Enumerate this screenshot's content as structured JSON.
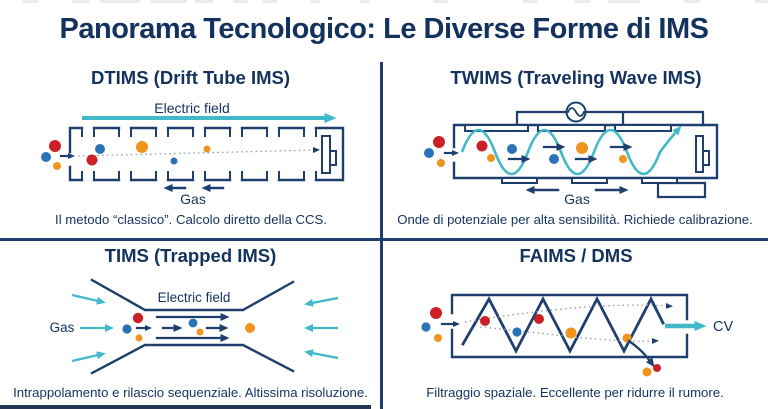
{
  "title": "Panorama Tecnologico: Le Diverse Forme di IMS",
  "colors": {
    "text": "#14325e",
    "line": "#1e3f6d",
    "red": "#c92127",
    "blue": "#2b72b7",
    "orange": "#f0941e",
    "teal": "#41b9c9",
    "graydot": "#98a0aa",
    "artifact": "#ececec",
    "bottombar": "#253655"
  },
  "quadrants": {
    "dtims": {
      "title": "DTIMS (Drift Tube IMS)",
      "field_label": "Electric field",
      "gas_label": "Gas",
      "caption": "Il metodo “classico”. Calcolo diretto della CCS."
    },
    "twims": {
      "title": "TWIMS (Traveling Wave IMS)",
      "gas_label": "Gas",
      "caption": "Onde di potenziale per alta sensibilità. Richiede calibrazione."
    },
    "tims": {
      "title": "TIMS (Trapped IMS)",
      "field_label": "Electric field",
      "gas_label": "Gas",
      "caption": "Intrappolamento e rilascio sequenziale. Altissima risoluzione."
    },
    "faims": {
      "title": "FAIMS / DMS",
      "cv_label": "CV",
      "caption": "Filtraggio spaziale. Eccellente per ridurre il rumore."
    }
  }
}
